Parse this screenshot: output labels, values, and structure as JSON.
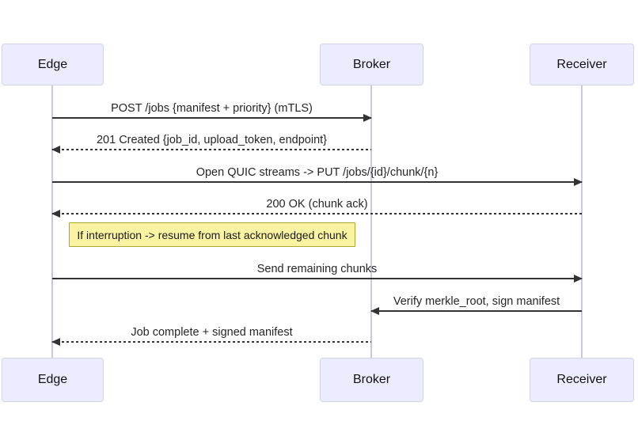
{
  "diagram": {
    "type": "sequence-diagram",
    "actors": [
      {
        "name": "Edge"
      },
      {
        "name": "Broker"
      },
      {
        "name": "Receiver"
      }
    ],
    "messages": [
      {
        "from": "Edge",
        "to": "Broker",
        "style": "solid",
        "label": "POST /jobs {manifest + priority} (mTLS)"
      },
      {
        "from": "Broker",
        "to": "Edge",
        "style": "dashed",
        "label": "201 Created {job_id, upload_token, endpoint}"
      },
      {
        "from": "Edge",
        "to": "Receiver",
        "style": "solid",
        "label": "Open QUIC streams -> PUT /jobs/{id}/chunk/{n}"
      },
      {
        "from": "Receiver",
        "to": "Edge",
        "style": "dashed",
        "label": "200 OK (chunk ack)"
      },
      {
        "from": "Edge",
        "to": "Receiver",
        "style": "solid",
        "label": "Send remaining chunks"
      },
      {
        "from": "Receiver",
        "to": "Broker",
        "style": "solid",
        "label": "Verify merkle_root, sign manifest"
      },
      {
        "from": "Broker",
        "to": "Edge",
        "style": "dashed",
        "label": "Job complete + signed manifest"
      }
    ],
    "note": {
      "label": "If interruption -> resume from last acknowledged chunk"
    },
    "colors": {
      "actor_fill": "#ececff",
      "actor_border": "#d2d2ea",
      "lifeline": "#c9c9e4",
      "note_fill": "#faf3a2",
      "note_border": "#aaaa33",
      "arrow": "#333333",
      "text": "#262626"
    }
  }
}
